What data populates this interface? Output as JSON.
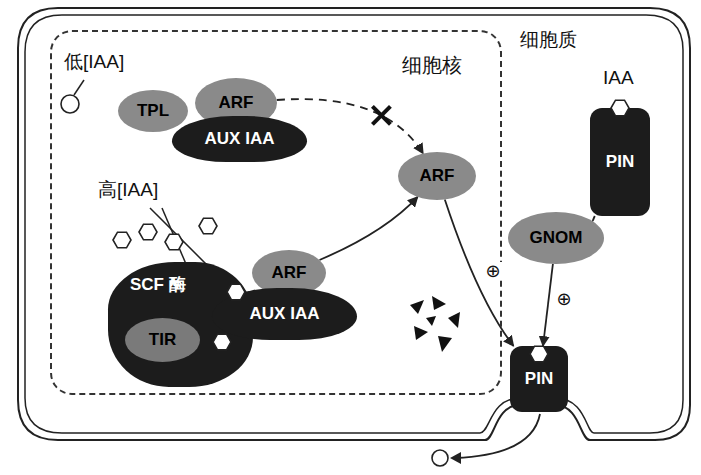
{
  "diagram": {
    "nodes": [
      {
        "text": [
          "细胞核"
        ]
      },
      {
        "text": [
          "TPL"
        ],
        "in": 0
      },
      {
        "text": [
          "ARF"
        ],
        "in": 0
      },
      {
        "text": [
          "AUX IAA"
        ],
        "in": 0
      },
      {
        "text": [
          "ARF"
        ],
        "in": 0
      },
      {
        "text": [
          "SCF 酶"
        ],
        "in": 0
      },
      {
        "text": [
          "TIR"
        ],
        "in": 5
      },
      {
        "text": [
          "ARF"
        ],
        "in": 0
      },
      {
        "text": [
          "AUX IAA"
        ],
        "in": 0
      },
      {
        "text": [
          "GNOM"
        ]
      },
      {
        "text": [
          "PIN"
        ]
      },
      {
        "text": [
          "PIN"
        ]
      }
    ],
    "edges": [
      {
        "from": 2,
        "to": 4,
        "arrow": "to"
      },
      {
        "from": 7,
        "to": 4,
        "arrow": "to"
      },
      {
        "from": 4,
        "to": 11,
        "arrow": "to",
        "label": "⊕"
      },
      {
        "from": 9,
        "to": 11,
        "arrow": "to",
        "label": "⊕"
      },
      {
        "from": 10,
        "to": 9,
        "arrow": "none"
      }
    ],
    "labels": [
      "低[IAA]",
      "高[IAA]",
      "IAA",
      "细胞质"
    ]
  }
}
